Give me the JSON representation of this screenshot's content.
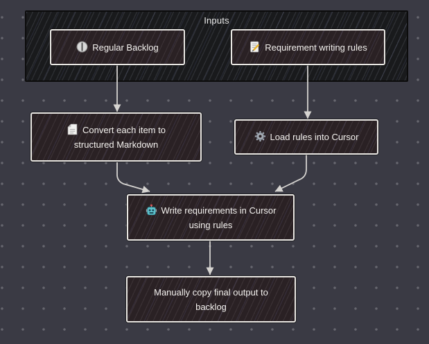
{
  "diagram": {
    "group": {
      "label": "Inputs"
    },
    "nodes": {
      "regular_backlog": {
        "label": "Regular Backlog",
        "icon": "clock-icon"
      },
      "requirement_rules": {
        "label": "Requirement writing rules",
        "icon": "memo-icon"
      },
      "convert_markdown": {
        "label": "Convert each item to structured Markdown",
        "icon": "page-icon"
      },
      "load_rules": {
        "label": "Load rules into Cursor",
        "icon": "gear-icon"
      },
      "write_requirements": {
        "label": "Write requirements in Cursor using rules",
        "icon": "robot-icon"
      },
      "copy_output": {
        "label": "Manually copy final output to backlog",
        "icon": ""
      }
    },
    "edges": [
      {
        "from": "Regular Backlog",
        "to": "Convert each item to structured Markdown"
      },
      {
        "from": "Requirement writing rules",
        "to": "Load rules into Cursor"
      },
      {
        "from": "Convert each item to structured Markdown",
        "to": "Write requirements in Cursor using rules"
      },
      {
        "from": "Load rules into Cursor",
        "to": "Write requirements in Cursor using rules"
      },
      {
        "from": "Write requirements in Cursor using rules",
        "to": "Manually copy final output to backlog"
      }
    ],
    "colors": {
      "canvas_bg": "#3a3a44",
      "grid_dot": "#67676f",
      "group_fill": "#191a1c",
      "group_border": "#0c0c0c",
      "node_fill": "#2a2124",
      "node_border": "#e9e7e3",
      "arrow": "#d6d4d1",
      "text": "#f3f1ee",
      "robot_teal": "#5fc4cf",
      "antenna_red": "#e05252",
      "pencil_yellow": "#e8b430"
    }
  }
}
